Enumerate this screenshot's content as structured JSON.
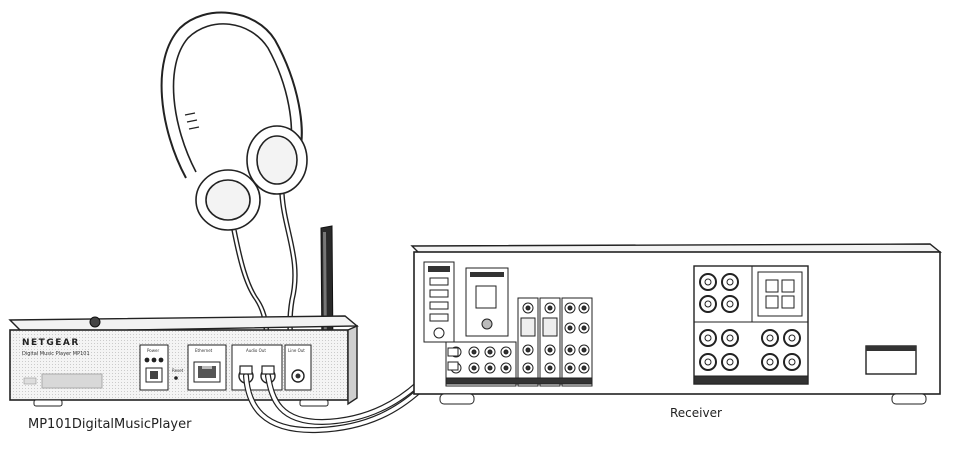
{
  "diagram": {
    "labels": {
      "player": "MP101DigitalMusicPlayer",
      "receiver": "Receiver"
    },
    "player": {
      "brand": "NETGEAR",
      "model": "Digital Music Player MP101",
      "port_labels": [
        "Power",
        "Ethernet",
        "Audio Out",
        "Line Out"
      ]
    },
    "colors": {
      "stroke": "#222222",
      "fill": "#ffffff",
      "panel": "#e9e9e9",
      "dark": "#333333"
    }
  }
}
